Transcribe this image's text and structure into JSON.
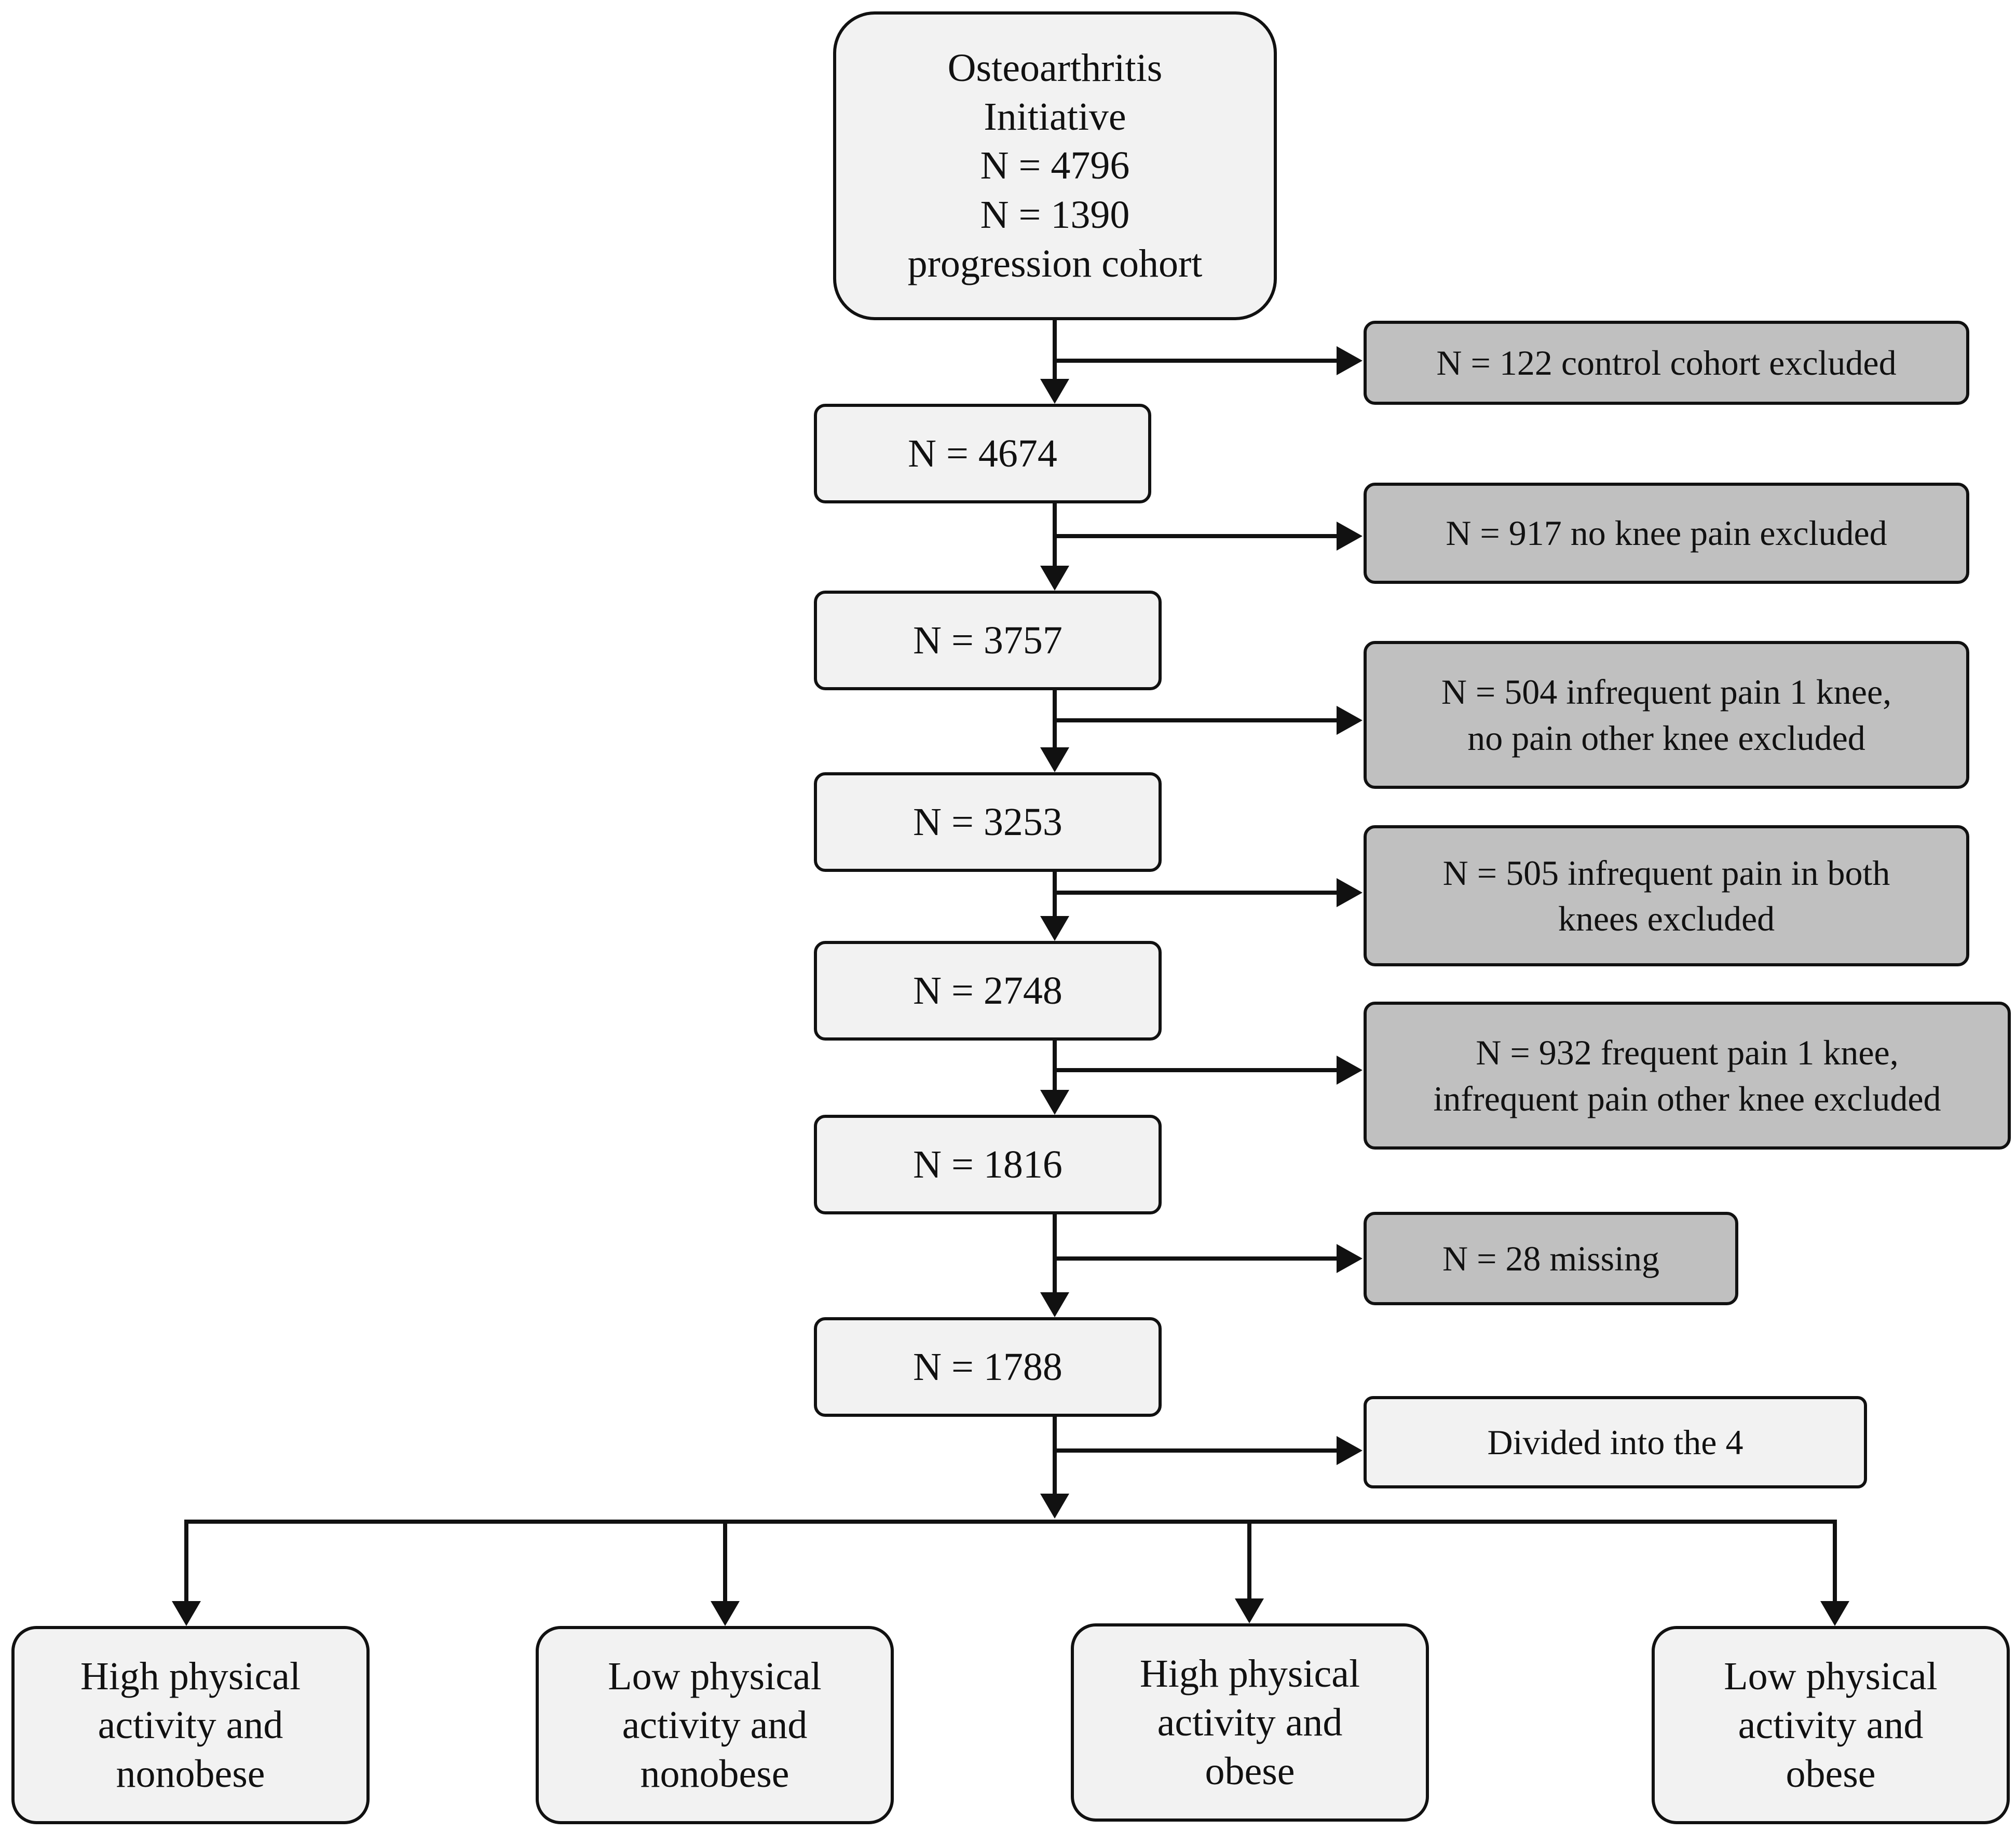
{
  "top": {
    "label": "Osteoarthritis\nInitiative\nN = 4796\nN = 1390\nprogression cohort"
  },
  "steps": [
    {
      "label": "N = 4674"
    },
    {
      "label": "N = 3757"
    },
    {
      "label": "N = 3253"
    },
    {
      "label": "N = 2748"
    },
    {
      "label": "N = 1816"
    },
    {
      "label": "N = 1788"
    }
  ],
  "exclusions": [
    {
      "label": "N = 122 control cohort excluded"
    },
    {
      "label": "N = 917 no knee pain excluded"
    },
    {
      "label": "N = 504 infrequent pain 1 knee,\nno pain other knee excluded"
    },
    {
      "label": "N = 505 infrequent pain in both\nknees excluded"
    },
    {
      "label": "N = 932 frequent pain 1 knee,\ninfrequent pain other knee excluded"
    },
    {
      "label": "N = 28 missing"
    }
  ],
  "divide_note": {
    "label": "Divided into the 4"
  },
  "groups": [
    {
      "label": "High physical\nactivity and\nnonobese"
    },
    {
      "label": "Low physical\nactivity and\nnonobese"
    },
    {
      "label": "High physical\nactivity and\nobese"
    },
    {
      "label": "Low physical\nactivity and\nobese"
    }
  ]
}
